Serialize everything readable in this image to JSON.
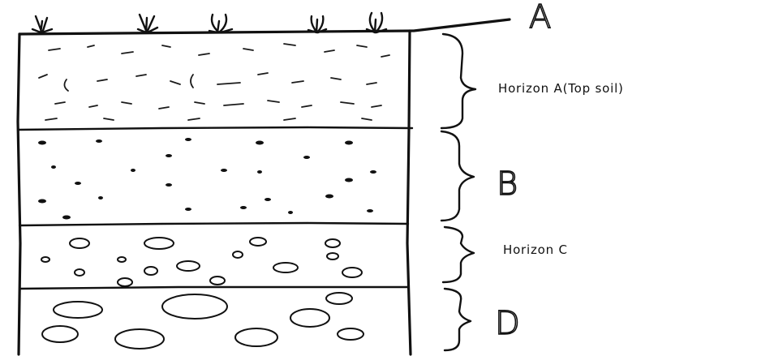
{
  "diagram": {
    "labels": {
      "a": "A",
      "horizon_a": "Horizon A(Top soil)",
      "b": "B",
      "horizon_c": "Horizon C",
      "d": "D"
    }
  }
}
